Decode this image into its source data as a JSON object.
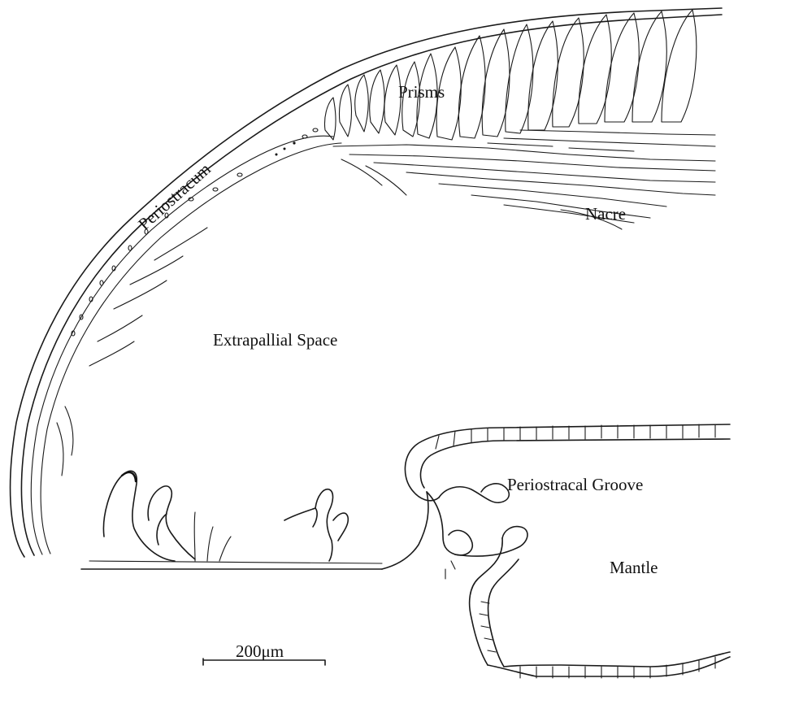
{
  "labels": {
    "prisms": "Prisms",
    "periostracum": "Periostracum",
    "nacre": "Nacre",
    "extrapallial_space": "Extrapallial Space",
    "periostracal_groove": "Periostracal Groove",
    "mantle": "Mantle"
  },
  "scale_bar": {
    "label": "200μm"
  }
}
